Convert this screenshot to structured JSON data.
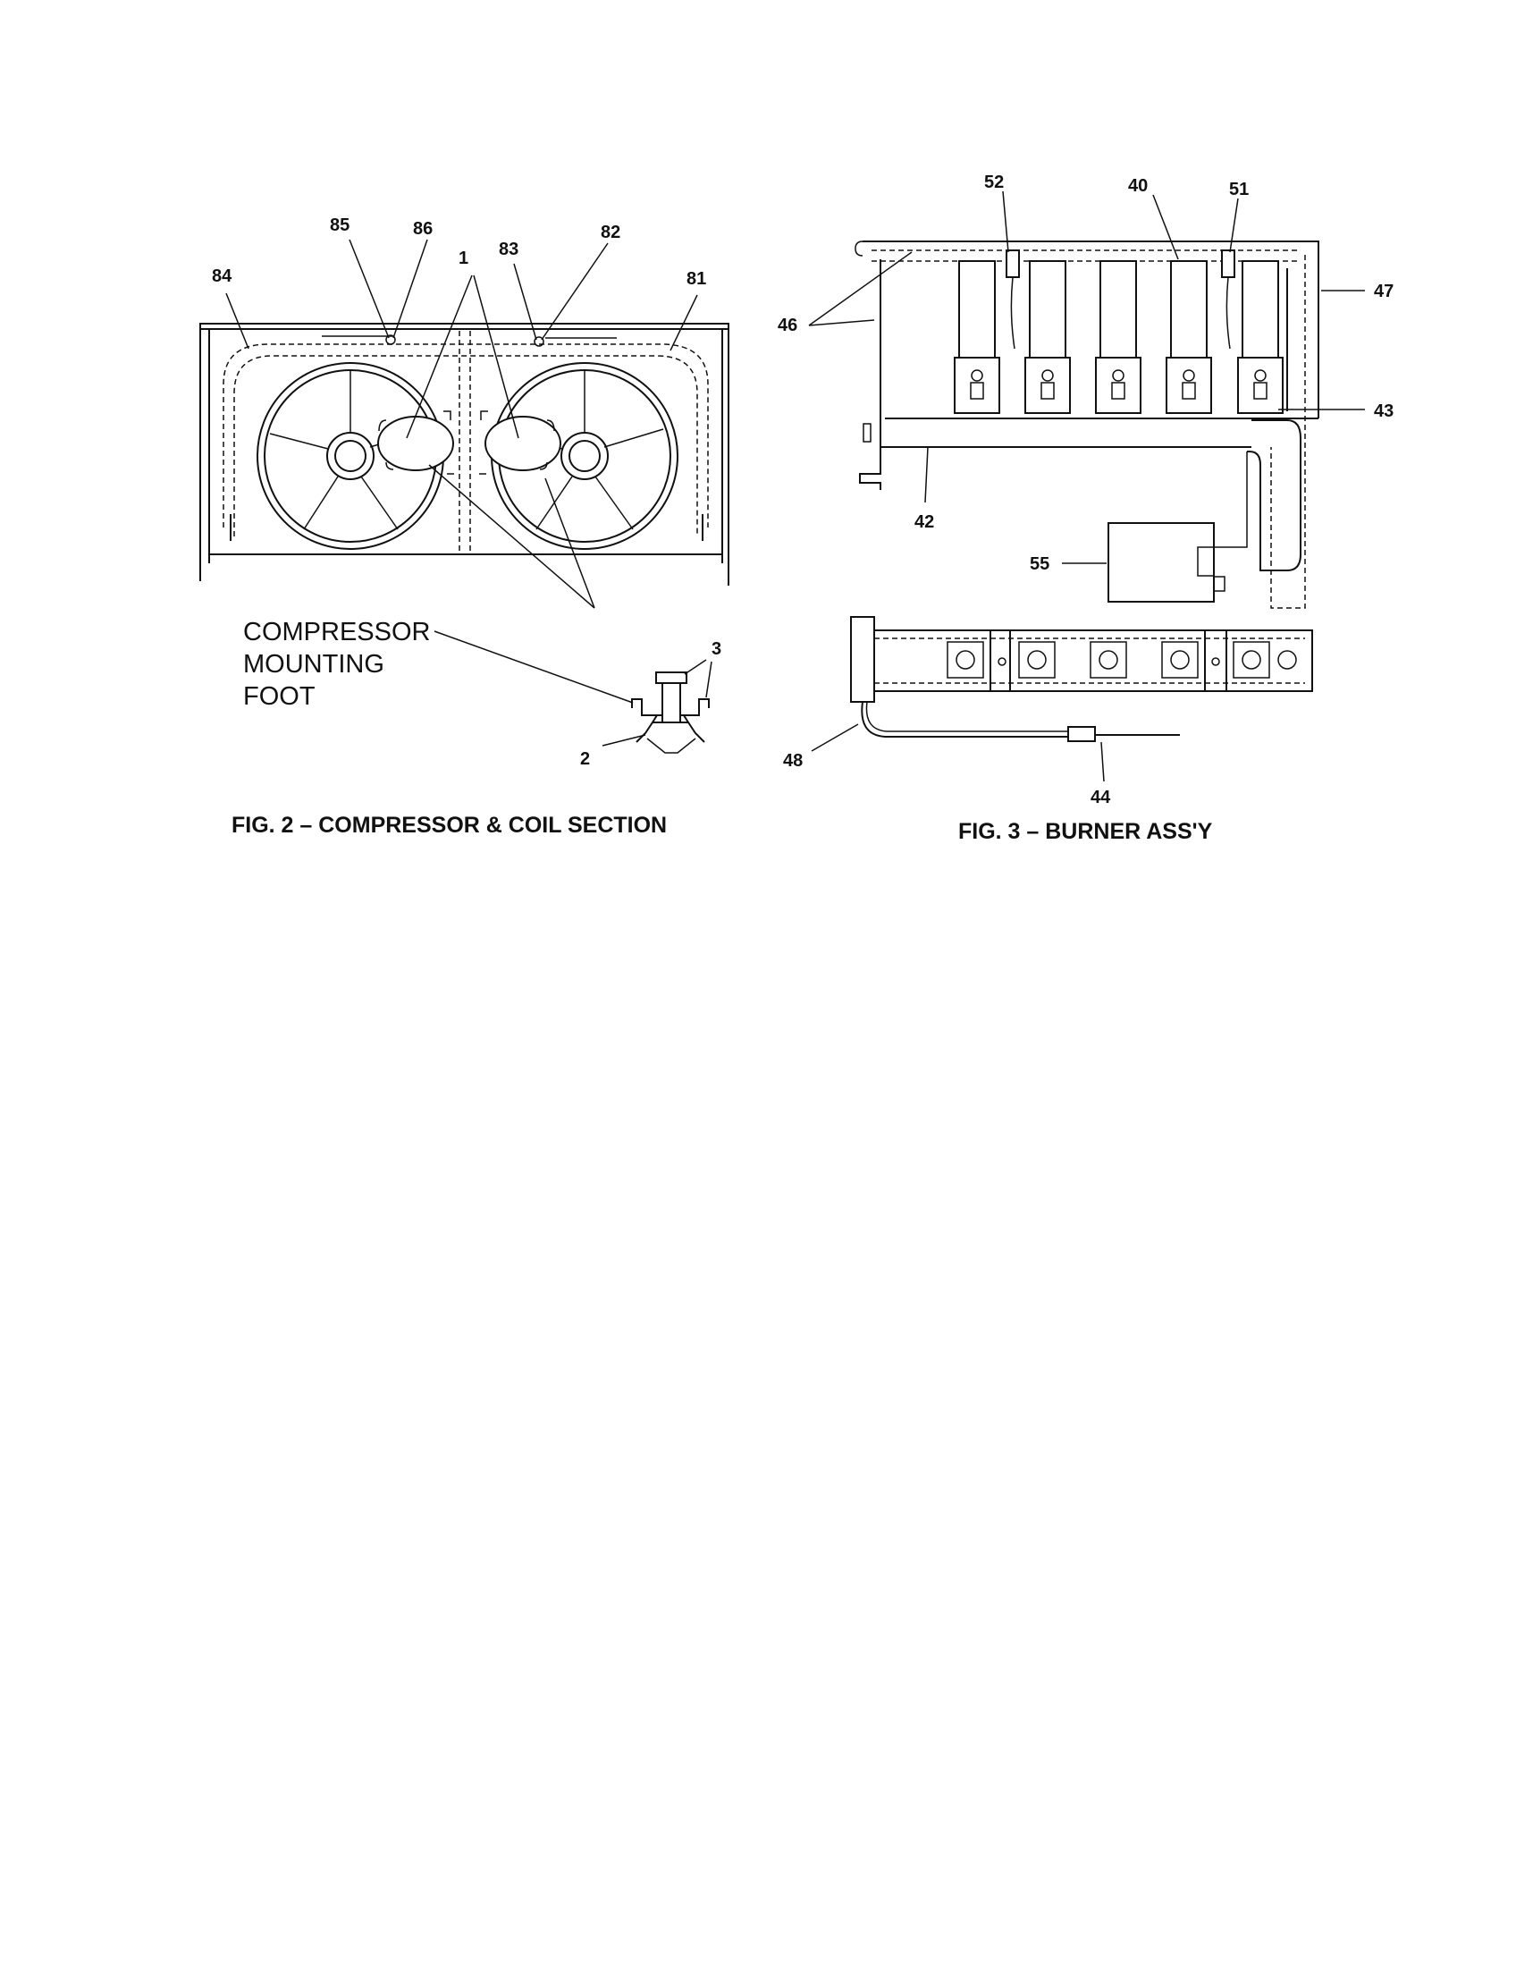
{
  "fig2": {
    "caption": "FIG. 2 – COMPRESSOR & COIL SECTION",
    "callouts": {
      "c85": "85",
      "c86": "86",
      "c1": "1",
      "c83": "83",
      "c82": "82",
      "c84": "84",
      "c81": "81",
      "c3": "3",
      "c2": "2"
    },
    "mount_label": [
      "COMPRESSOR",
      "MOUNTING",
      "FOOT"
    ]
  },
  "fig3": {
    "caption": "FIG. 3 – BURNER ASS'Y",
    "callouts": {
      "c52": "52",
      "c40": "40",
      "c51": "51",
      "c46": "46",
      "c47": "47",
      "c43": "43",
      "c42": "42",
      "c55": "55",
      "c48": "48",
      "c44": "44"
    }
  }
}
